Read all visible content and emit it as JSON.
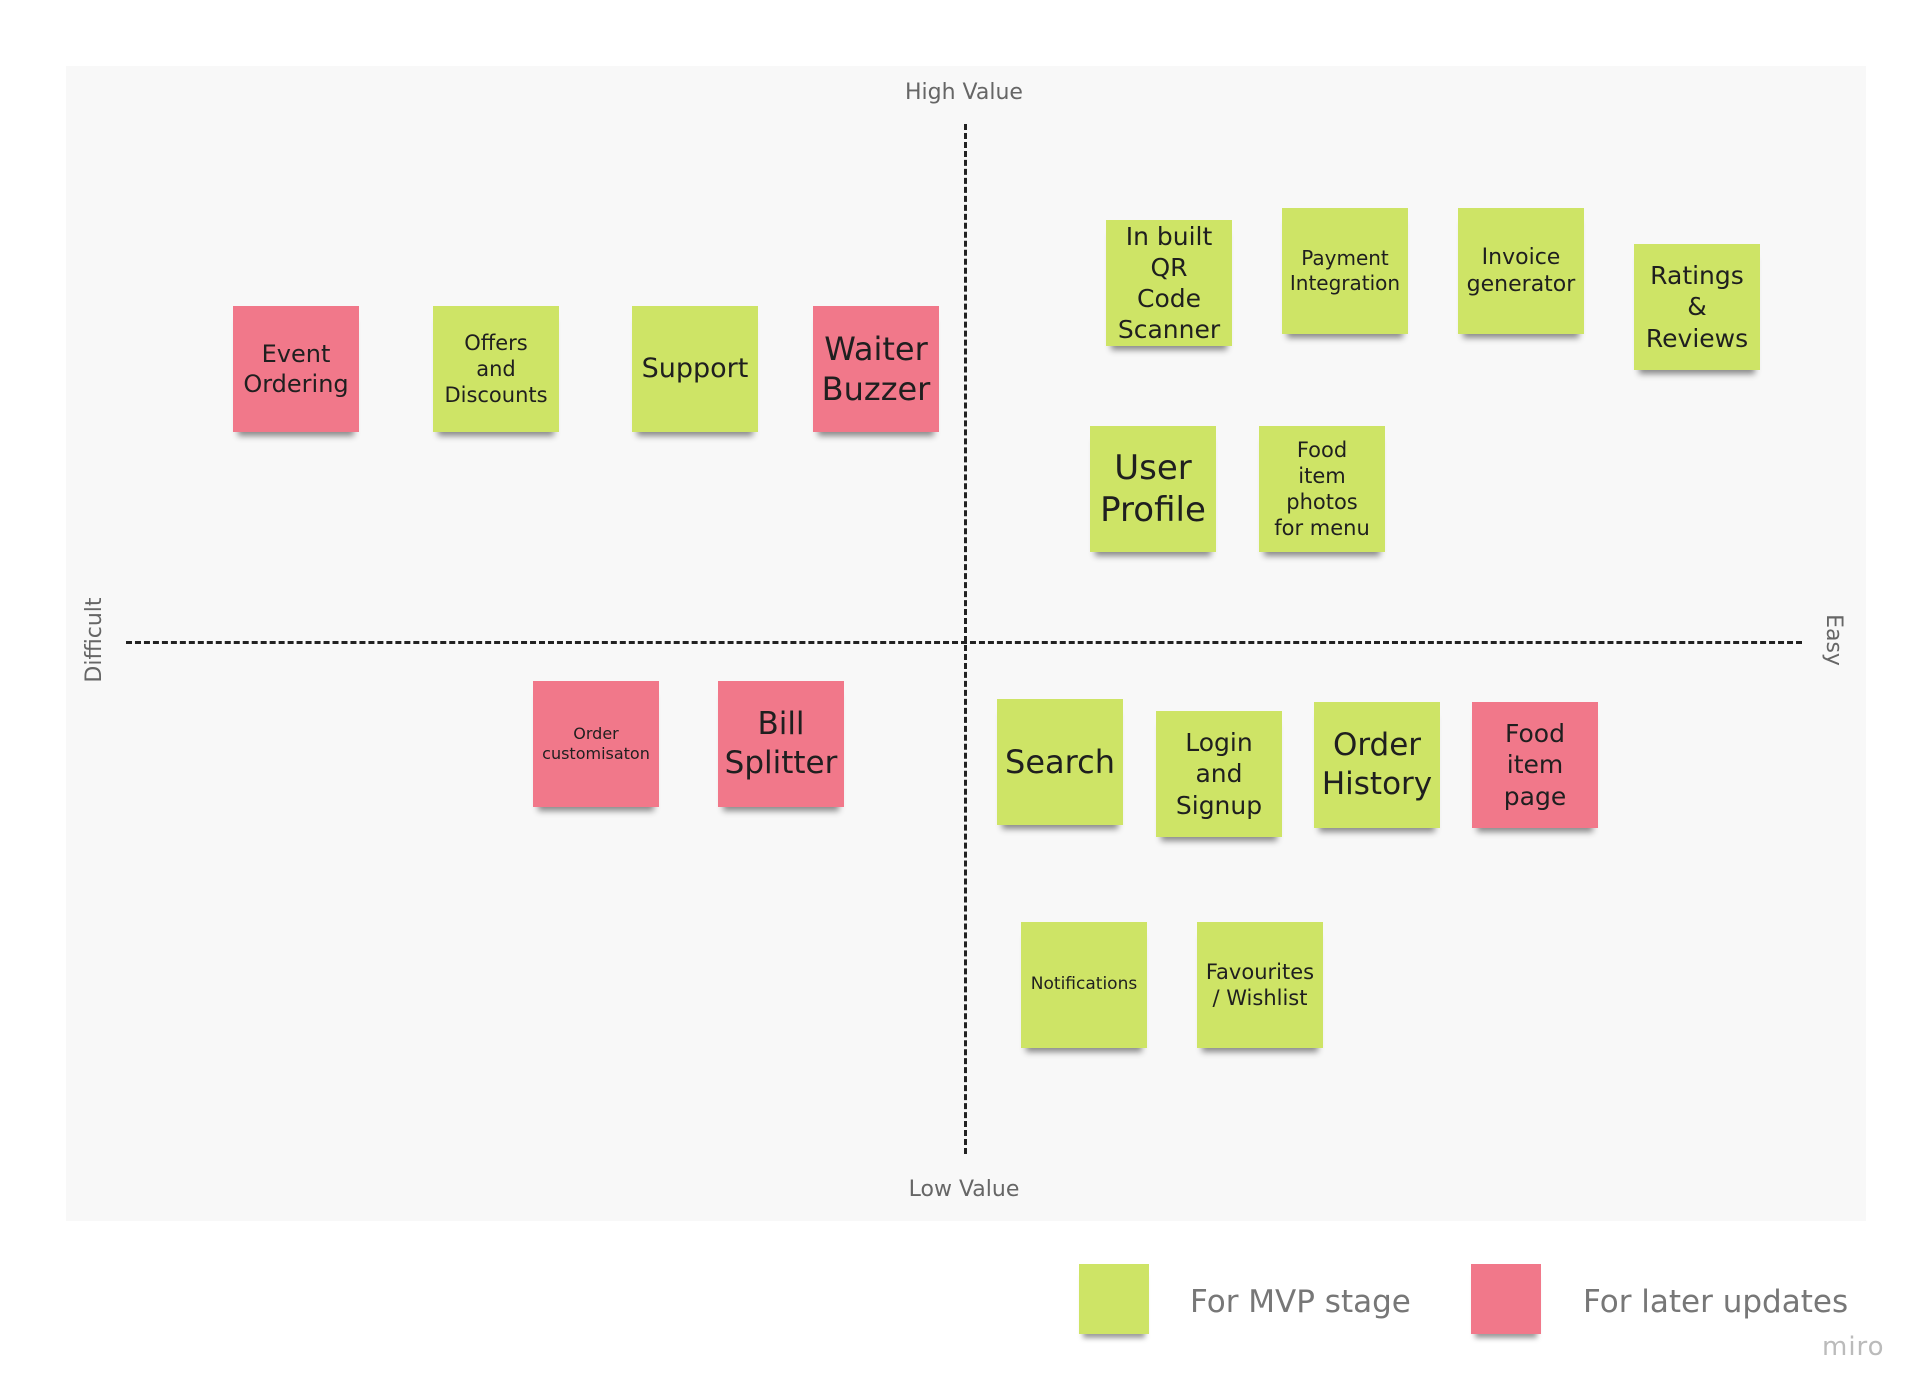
{
  "axes": {
    "top": "High Value",
    "bottom": "Low Value",
    "left": "Difficult",
    "right": "Easy"
  },
  "colors": {
    "mvp": "#cee466",
    "later": "#f1788a"
  },
  "notes": {
    "event_ordering": "Event Ordering",
    "offers_discounts": "Offers and Discounts",
    "support": "Support",
    "waiter_buzzer": "Waiter Buzzer",
    "qr_scanner": "In built QR Code Scanner",
    "payment_integration": "Payment Integration",
    "invoice_generator": "Invoice generator",
    "ratings_reviews": "Ratings & Reviews",
    "user_profile": "User Profile",
    "food_photos": "Food item photos for menu",
    "order_customisation": "Order customisaton",
    "bill_splitter": "Bill Splitter",
    "search": "Search",
    "login_signup": "Login and Signup",
    "order_history": "Order History",
    "food_item_page": "Food item page",
    "notifications": "Notifications",
    "favourites_wishlist": "Favourites / Wishlist"
  },
  "legend": {
    "mvp_label": "For MVP stage",
    "later_label": "For later updates"
  },
  "watermark": "miro"
}
